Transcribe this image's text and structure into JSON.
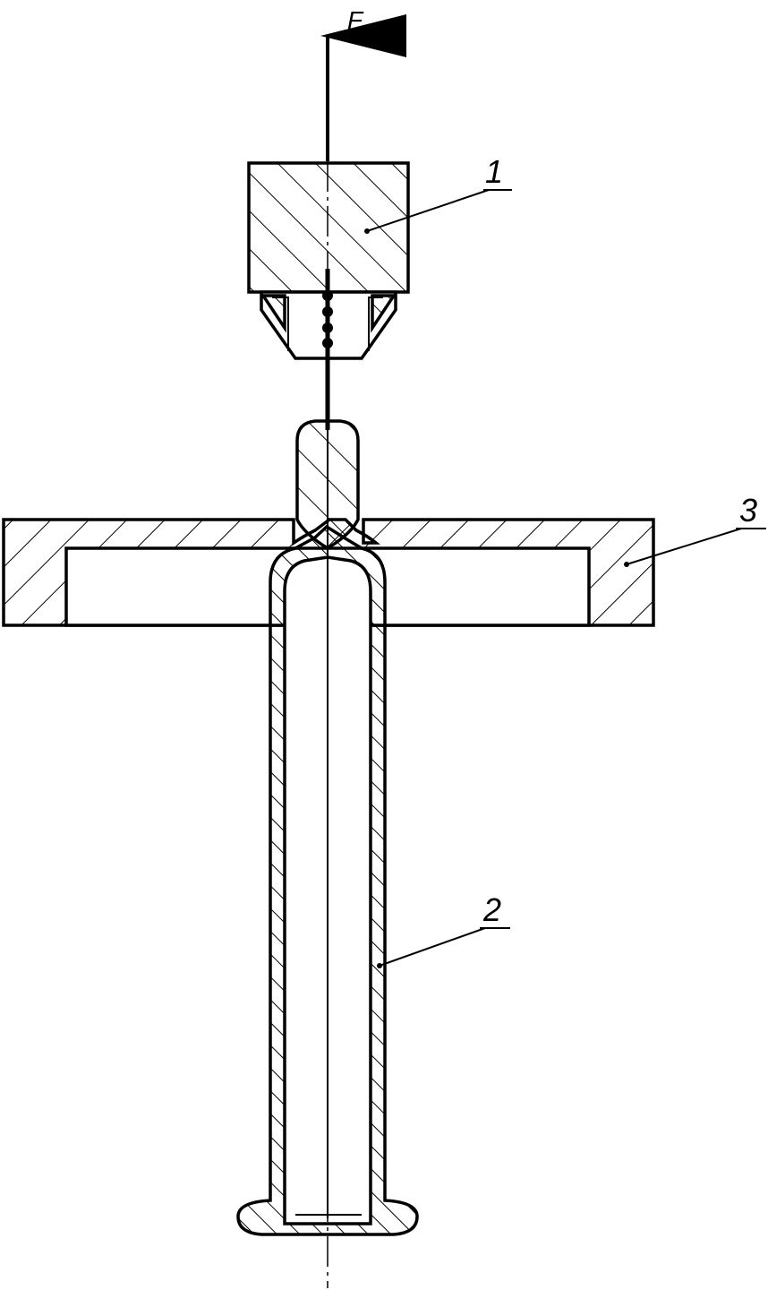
{
  "labels": {
    "force": "F",
    "part1": "1",
    "part2": "2",
    "part3": "3"
  },
  "colors": {
    "ink": "#000000",
    "paper": "#ffffff"
  }
}
